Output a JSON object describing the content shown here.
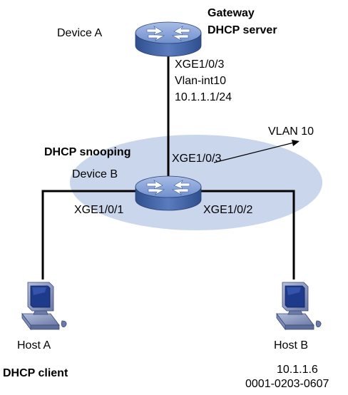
{
  "devices": {
    "device_a": {
      "name": "Device A",
      "roles": [
        "Gateway",
        "DHCP server"
      ],
      "port": "XGE1/0/3",
      "interface": "Vlan-int10",
      "ip": "10.1.1.1/24"
    },
    "device_b": {
      "name": "Device B",
      "role": "DHCP snooping",
      "port_up": "XGE1/0/3",
      "port_left": "XGE1/0/1",
      "port_right": "XGE1/0/2"
    },
    "host_a": {
      "name": "Host A",
      "role": "DHCP client"
    },
    "host_b": {
      "name": "Host B",
      "ip": "10.1.1.6",
      "mac": "0001-0203-0607"
    }
  },
  "vlan_label": "VLAN 10",
  "colors": {
    "vlan_ellipse": "#c9d6ec",
    "router_top": "#7d9bd1",
    "router_side": "#3f5f9e",
    "router_arrows": "#ffffff",
    "host_screen": "#1e3a8a",
    "host_body": "#8e9cc2",
    "link": "#000000"
  },
  "icons": {
    "device_a": "router-icon",
    "device_b": "switch-icon",
    "host_a": "computer-icon",
    "host_b": "computer-icon"
  }
}
